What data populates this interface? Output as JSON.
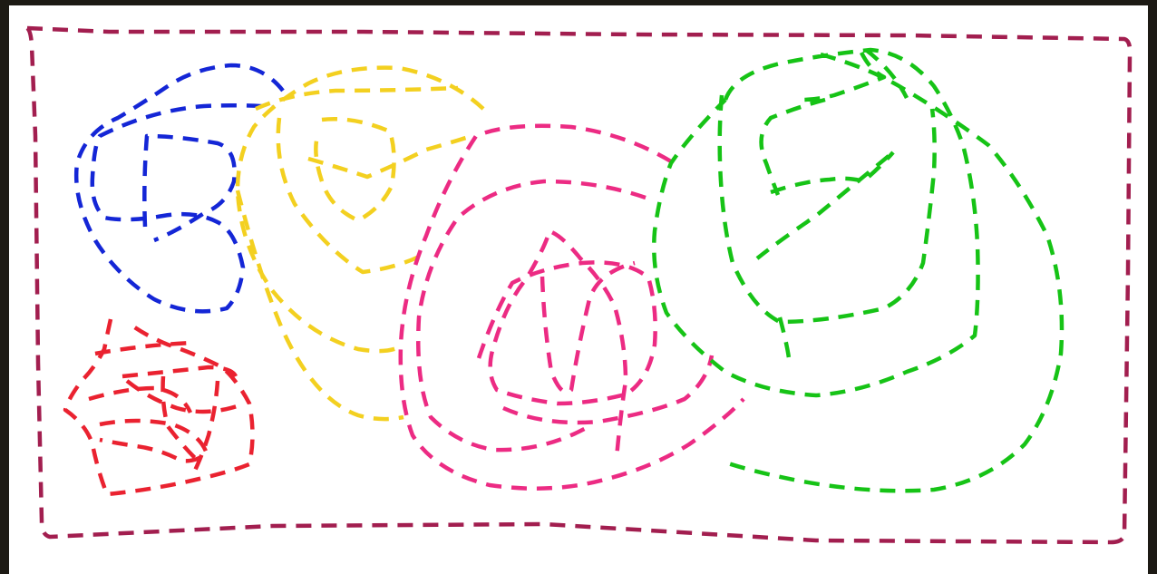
{
  "colors": {
    "background": "#1d1a14",
    "canvas": "#ffffff",
    "border": "#a21e4f",
    "blue": "#1426d6",
    "yellow": "#f3d020",
    "pink": "#ec2b83",
    "green": "#16c316",
    "red": "#ea2230"
  },
  "shapes": [
    {
      "name": "border-dashed-rectangle",
      "color": "border"
    },
    {
      "name": "blue-dashed-scribble",
      "color": "blue"
    },
    {
      "name": "yellow-dashed-scribble",
      "color": "yellow"
    },
    {
      "name": "pink-dashed-scribble",
      "color": "pink"
    },
    {
      "name": "green-dashed-scribble",
      "color": "green"
    },
    {
      "name": "red-dashed-scribble",
      "color": "red"
    }
  ]
}
